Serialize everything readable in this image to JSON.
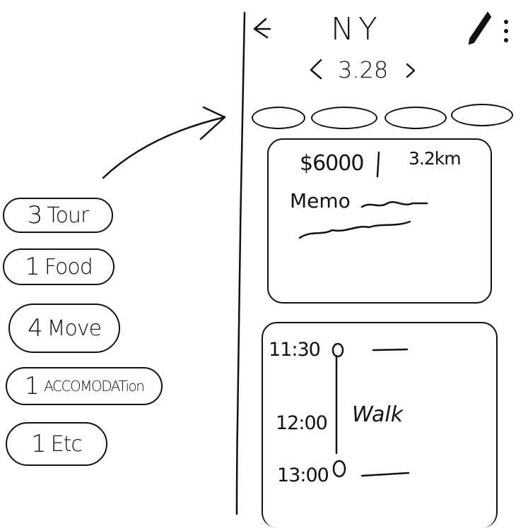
{
  "header": {
    "title": "NY",
    "date": "3.28",
    "back_icon": "arrow-left-icon",
    "edit_icon": "pencil-icon",
    "more_icon": "vertical-dots-icon",
    "prev_icon": "chevron-left-icon",
    "next_icon": "chevron-right-icon"
  },
  "categories": [
    {
      "count": "3",
      "label": "Tour"
    },
    {
      "count": "1",
      "label": "Food"
    },
    {
      "count": "4",
      "label": "Move"
    },
    {
      "count": "1",
      "label": "ACCOMODATion"
    },
    {
      "count": "1",
      "label": "Etc"
    }
  ],
  "summary": {
    "cost": "$6000",
    "distance": "3.2km",
    "memo_label": "Memo"
  },
  "timeline": [
    {
      "time": "11:30"
    },
    {
      "time": "12:00",
      "mode": "Walk"
    },
    {
      "time": "13:00"
    }
  ]
}
